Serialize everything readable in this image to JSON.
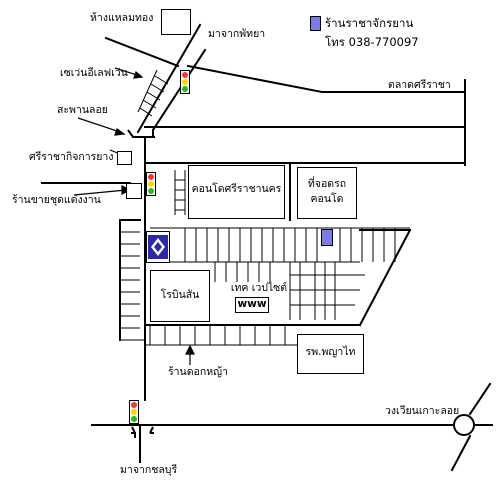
{
  "colors": {
    "line": "#000000",
    "legend_swatch": "#7b7be6",
    "bank_logo": "#2a2aa8",
    "light_red": "#ff3333",
    "light_yellow": "#ffd600",
    "light_green": "#22bb22"
  },
  "legend": {
    "shop_name": "ร้านราชาจักรยาน",
    "phone": "โทร 038-770097"
  },
  "labels": {
    "ham_laem_thong": "ห้างแหลมทอง",
    "from_pattaya": "มาจากพัทยา",
    "seven_eleven": "เซเว่นอีเลฟเว่น",
    "talat_sriracha": "ตลาดศรีราชา",
    "saphan_loi": "สะพานลอย",
    "sriracha_kit": "ศรีราชากิจการยาง",
    "wedding_shop": "ร้านขายชุดแต่งงาน",
    "flower_shop": "ร้านดอกหญ้า",
    "roundabout": "วงเวียนเกาะลอย",
    "from_chonburi": "มาจากชลบุรี"
  },
  "buildings": {
    "condo_sriracha_line1": "คอนโดศรีราชานคร",
    "parking_condo_line1": "ที่จอดรถ",
    "parking_condo_line2": "คอนโด",
    "robinson": "โรบินสัน",
    "tech_label": "เทค เวปไซต์",
    "www": "www",
    "hospital": "รพ.พญาไท"
  },
  "icons": [
    "traffic-light-icon",
    "bank-logo-icon",
    "arrow-icon",
    "roundabout-icon",
    "overpass-icon"
  ]
}
